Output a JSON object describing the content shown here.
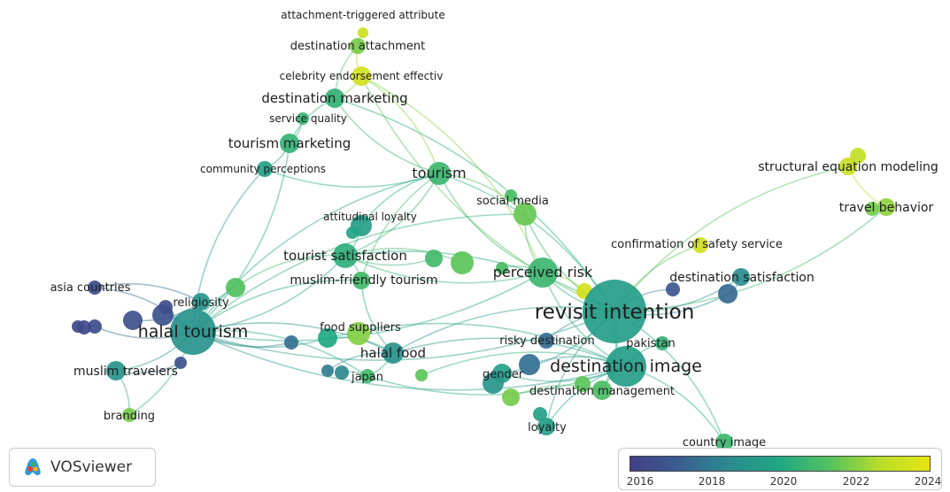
{
  "app": {
    "name": "VOSviewer"
  },
  "overlay_scale": {
    "ticks": [
      "2016",
      "2018",
      "2020",
      "2022",
      "2024"
    ],
    "min": 2015.5,
    "max": 2024.5,
    "colors": [
      "#423f85",
      "#3a5e92",
      "#2b8c8f",
      "#21a883",
      "#54c25e",
      "#b8de29",
      "#e8e413"
    ]
  },
  "nodes": [
    {
      "id": "attachment-triggered-attribute",
      "label": "attachment-triggered attribute",
      "year": 2023.6
    },
    {
      "id": "destination-attachment",
      "label": "destination attachment",
      "year": 2022.0
    },
    {
      "id": "celebrity-endorsement",
      "label": "celebrity endorsement effectiv",
      "year": 2023.8
    },
    {
      "id": "destination-marketing",
      "label": "destination marketing",
      "year": 2020.6
    },
    {
      "id": "service-quality",
      "label": "service quality",
      "year": 2020.6
    },
    {
      "id": "tourism-marketing",
      "label": "tourism marketing",
      "year": 2020.6
    },
    {
      "id": "community-perceptions",
      "label": "community perceptions",
      "year": 2019.6
    },
    {
      "id": "tourism",
      "label": "tourism",
      "year": 2020.8
    },
    {
      "id": "social-media",
      "label": "social media",
      "year": 2021.8
    },
    {
      "id": "social-media-2",
      "label": "",
      "year": 2021.2
    },
    {
      "id": "structural-equation-modeling",
      "label": "structural equation modeling",
      "year": 2023.6
    },
    {
      "id": "sem-2",
      "label": "",
      "year": 2023.3
    },
    {
      "id": "travel-behavior",
      "label": "travel behavior",
      "year": 2022.4
    },
    {
      "id": "travel-behavior-2",
      "label": "",
      "year": 2022.0
    },
    {
      "id": "attitudinal-loyalty",
      "label": "attitudinal loyalty",
      "year": 2019.4
    },
    {
      "id": "attitudinal-loyalty-2",
      "label": "",
      "year": 2019.8
    },
    {
      "id": "tourist-satisfaction",
      "label": "tourist satisfaction",
      "year": 2020.4
    },
    {
      "id": "muslim-friendly-tourism",
      "label": "muslim-friendly tourism",
      "year": 2021.0
    },
    {
      "id": "ts-2",
      "label": "",
      "year": 2021.0
    },
    {
      "id": "ts-3",
      "label": "",
      "year": 2021.6
    },
    {
      "id": "perceived-risk",
      "label": "perceived risk",
      "year": 2020.8
    },
    {
      "id": "perceived-risk-2",
      "label": "",
      "year": 2021.2
    },
    {
      "id": "confirmation-of-safety-service",
      "label": "confirmation of safety service",
      "year": 2023.7
    },
    {
      "id": "yellow-small",
      "label": "",
      "year": 2023.8
    },
    {
      "id": "destination-satisfaction",
      "label": "destination satisfaction",
      "year": 2018.6
    },
    {
      "id": "ds-2",
      "label": "",
      "year": 2017.4
    },
    {
      "id": "ds-3",
      "label": "",
      "year": 2016.6
    },
    {
      "id": "revisit-intention",
      "label": "revisit intention",
      "year": 2019.4
    },
    {
      "id": "asia-countries",
      "label": "asia countries",
      "year": 2016.2
    },
    {
      "id": "religiosity",
      "label": "religiosity",
      "year": 2019.0
    },
    {
      "id": "religiosity-2",
      "label": "",
      "year": 2021.4
    },
    {
      "id": "purple-1",
      "label": "",
      "year": 2016.4
    },
    {
      "id": "purple-2",
      "label": "",
      "year": 2016.3
    },
    {
      "id": "purple-3",
      "label": "",
      "year": 2016.2
    },
    {
      "id": "purple-4",
      "label": "",
      "year": 2016.2
    },
    {
      "id": "purple-5",
      "label": "",
      "year": 2016.0
    },
    {
      "id": "purple-6",
      "label": "",
      "year": 2016.1
    },
    {
      "id": "halal-tourism",
      "label": "halal tourism",
      "year": 2018.9
    },
    {
      "id": "muslim-travelers",
      "label": "muslim travelers",
      "year": 2019.0
    },
    {
      "id": "mt-2",
      "label": "",
      "year": 2016.4
    },
    {
      "id": "branding",
      "label": "branding",
      "year": 2022.0
    },
    {
      "id": "blue-1",
      "label": "",
      "year": 2017.6
    },
    {
      "id": "food-suppliers",
      "label": "food suppliers",
      "year": 2020.0
    },
    {
      "id": "food-suppliers-2",
      "label": "",
      "year": 2022.2
    },
    {
      "id": "halal-food",
      "label": "halal food",
      "year": 2018.8
    },
    {
      "id": "japan",
      "label": "japan",
      "year": 2021.0
    },
    {
      "id": "japan-2",
      "label": "",
      "year": 2018.0
    },
    {
      "id": "japan-3",
      "label": "",
      "year": 2018.4
    },
    {
      "id": "green-small",
      "label": "",
      "year": 2021.6
    },
    {
      "id": "risky-destination",
      "label": "risky destination",
      "year": 2017.4
    },
    {
      "id": "pakistan",
      "label": "pakistan",
      "year": 2020.6
    },
    {
      "id": "destination-image",
      "label": "destination image",
      "year": 2019.4
    },
    {
      "id": "di-2",
      "label": "",
      "year": 2017.6
    },
    {
      "id": "gender",
      "label": "gender",
      "year": 2019.4
    },
    {
      "id": "gender-2",
      "label": "",
      "year": 2019.0
    },
    {
      "id": "destination-management",
      "label": "destination management",
      "year": 2021.2
    },
    {
      "id": "dm-2",
      "label": "",
      "year": 2022.0
    },
    {
      "id": "dm-3",
      "label": "",
      "year": 2021.6
    },
    {
      "id": "loyalty",
      "label": "loyalty",
      "year": 2019.4
    },
    {
      "id": "loyalty-2",
      "label": "",
      "year": 2019.6
    },
    {
      "id": "country-image",
      "label": "country image",
      "year": 2020.8
    }
  ],
  "links": [
    [
      "halal-tourism",
      "revisit-intention"
    ],
    [
      "halal-tourism",
      "tourism"
    ],
    [
      "halal-tourism",
      "tourist-satisfaction"
    ],
    [
      "halal-tourism",
      "muslim-friendly-tourism"
    ],
    [
      "halal-tourism",
      "destination-image"
    ],
    [
      "halal-tourism",
      "halal-food"
    ],
    [
      "halal-tourism",
      "religiosity"
    ],
    [
      "halal-tourism",
      "muslim-travelers"
    ],
    [
      "halal-tourism",
      "asia-countries"
    ],
    [
      "halal-tourism",
      "branding"
    ],
    [
      "halal-tourism",
      "tourism-marketing"
    ],
    [
      "halal-tourism",
      "community-perceptions"
    ],
    [
      "halal-tourism",
      "food-suppliers"
    ],
    [
      "halal-tourism",
      "japan"
    ],
    [
      "halal-tourism",
      "perceived-risk"
    ],
    [
      "halal-tourism",
      "religiosity-2"
    ],
    [
      "halal-tourism",
      "purple-1"
    ],
    [
      "halal-tourism",
      "purple-3"
    ],
    [
      "halal-tourism",
      "blue-1"
    ],
    [
      "halal-tourism",
      "social-media"
    ],
    [
      "revisit-intention",
      "destination-image"
    ],
    [
      "revisit-intention",
      "perceived-risk"
    ],
    [
      "revisit-intention",
      "tourism"
    ],
    [
      "revisit-intention",
      "structural-equation-modeling"
    ],
    [
      "revisit-intention",
      "travel-behavior"
    ],
    [
      "revisit-intention",
      "confirmation-of-safety-service"
    ],
    [
      "revisit-intention",
      "destination-satisfaction"
    ],
    [
      "revisit-intention",
      "social-media"
    ],
    [
      "revisit-intention",
      "tourist-satisfaction"
    ],
    [
      "revisit-intention",
      "destination-management"
    ],
    [
      "revisit-intention",
      "loyalty"
    ],
    [
      "revisit-intention",
      "country-image"
    ],
    [
      "revisit-intention",
      "destination-marketing"
    ],
    [
      "revisit-intention",
      "celebrity-endorsement"
    ],
    [
      "revisit-intention",
      "halal-food"
    ],
    [
      "revisit-intention",
      "gender"
    ],
    [
      "revisit-intention",
      "ds-2"
    ],
    [
      "revisit-intention",
      "ds-3"
    ],
    [
      "revisit-intention",
      "risky-destination"
    ],
    [
      "destination-image",
      "country-image"
    ],
    [
      "destination-image",
      "loyalty"
    ],
    [
      "destination-image",
      "gender"
    ],
    [
      "destination-image",
      "destination-management"
    ],
    [
      "destination-image",
      "perceived-risk"
    ],
    [
      "destination-image",
      "halal-food"
    ],
    [
      "destination-image",
      "japan"
    ],
    [
      "destination-image",
      "food-suppliers"
    ],
    [
      "tourism",
      "destination-marketing"
    ],
    [
      "tourism",
      "celebrity-endorsement"
    ],
    [
      "tourism",
      "social-media"
    ],
    [
      "tourism",
      "attitudinal-loyalty"
    ],
    [
      "tourism",
      "tourist-satisfaction"
    ],
    [
      "tourism",
      "perceived-risk"
    ],
    [
      "tourism",
      "community-perceptions"
    ],
    [
      "tourism",
      "muslim-friendly-tourism"
    ],
    [
      "tourism-marketing",
      "destination-marketing"
    ],
    [
      "tourism-marketing",
      "service-quality"
    ],
    [
      "destination-marketing",
      "destination-attachment"
    ],
    [
      "destination-marketing",
      "celebrity-endorsement"
    ],
    [
      "destination-attachment",
      "attachment-triggered-attribute"
    ],
    [
      "destination-attachment",
      "celebrity-endorsement"
    ],
    [
      "celebrity-endorsement",
      "perceived-risk"
    ],
    [
      "tourist-satisfaction",
      "attitudinal-loyalty"
    ],
    [
      "tourist-satisfaction",
      "muslim-friendly-tourism"
    ],
    [
      "tourist-satisfaction",
      "ts-2"
    ],
    [
      "tourist-satisfaction",
      "ts-3"
    ],
    [
      "tourist-satisfaction",
      "perceived-risk"
    ],
    [
      "perceived-risk",
      "social-media"
    ],
    [
      "perceived-risk",
      "perceived-risk-2"
    ],
    [
      "perceived-risk",
      "yellow-small"
    ],
    [
      "halal-food",
      "food-suppliers"
    ],
    [
      "halal-food",
      "japan"
    ],
    [
      "halal-food",
      "japan-2"
    ],
    [
      "halal-food",
      "muslim-friendly-tourism"
    ],
    [
      "structural-equation-modeling",
      "travel-behavior"
    ],
    [
      "structural-equation-modeling",
      "sem-2"
    ],
    [
      "travel-behavior",
      "travel-behavior-2"
    ],
    [
      "destination-satisfaction",
      "ds-2"
    ],
    [
      "loyalty",
      "loyalty-2"
    ],
    [
      "gender",
      "gender-2"
    ],
    [
      "destination-management",
      "dm-2"
    ],
    [
      "destination-management",
      "dm-3"
    ],
    [
      "pakistan",
      "destination-image"
    ],
    [
      "di-2",
      "destination-image"
    ],
    [
      "religiosity",
      "asia-countries"
    ],
    [
      "religiosity",
      "purple-2"
    ],
    [
      "muslim-travelers",
      "mt-2"
    ],
    [
      "muslim-travelers",
      "branding"
    ],
    [
      "japan",
      "japan-3"
    ],
    [
      "green-small",
      "destination-image"
    ],
    [
      "social-media",
      "social-media-2"
    ],
    [
      "attitudinal-loyalty",
      "attitudinal-loyalty-2"
    ],
    [
      "community-perceptions",
      "tourism-marketing"
    ],
    [
      "religiosity-2",
      "tourist-satisfaction"
    ],
    [
      "purple-4",
      "purple-5"
    ],
    [
      "purple-5",
      "purple-6"
    ],
    [
      "purple-4",
      "halal-tourism"
    ]
  ]
}
